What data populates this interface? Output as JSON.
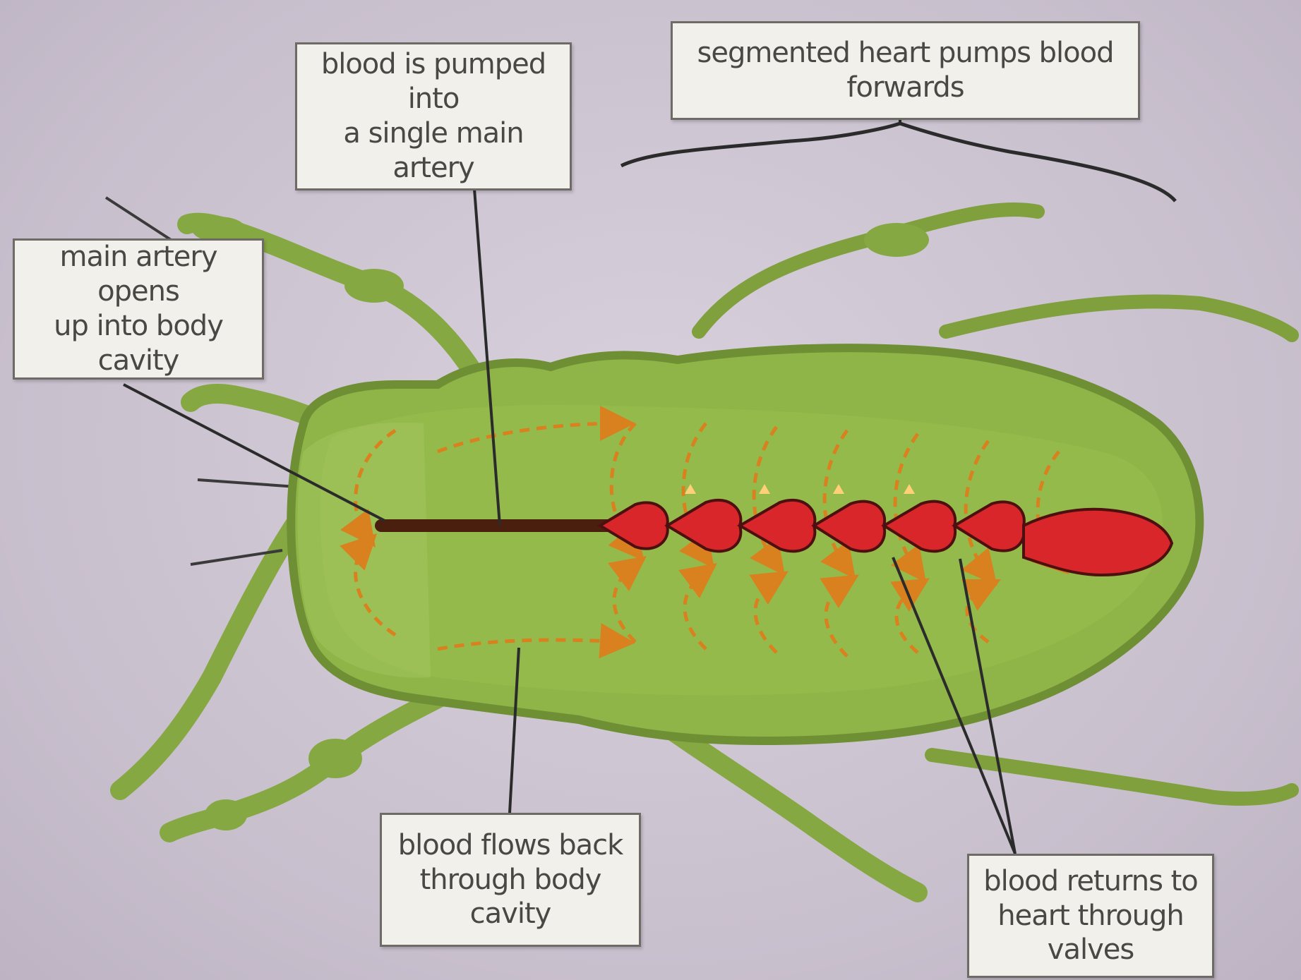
{
  "diagram": {
    "subject": "insect open circulatory system",
    "labels": {
      "heart": "segmented heart pumps blood forwards",
      "pumped": "blood is pumped into\na single main artery",
      "opens": "main artery opens\nup into body cavity",
      "flows_back": "blood flows back\nthrough body cavity",
      "returns": "blood returns to\nheart through valves"
    },
    "colors": {
      "body": "#8fb447",
      "body_outline": "#6f8f34",
      "heart": "#d8262b",
      "artery": "#4a1f0d",
      "flow_arrows": "#d9801f",
      "label_bg": "#f2f0ea",
      "leader_lines": "#2b2b2b"
    },
    "heart_segments": 7
  }
}
